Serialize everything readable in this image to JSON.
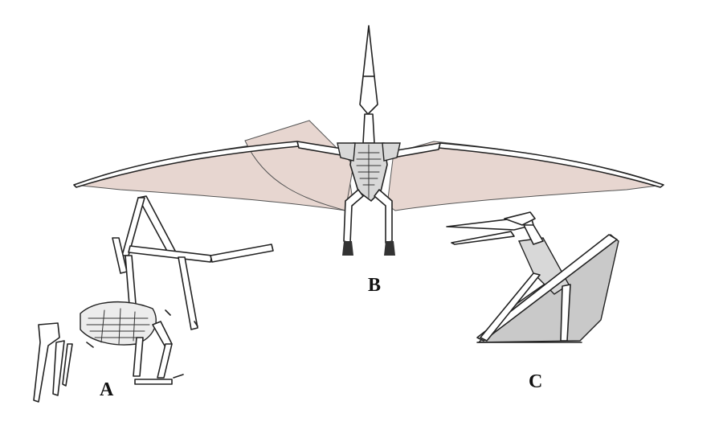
{
  "labels": {
    "a": "A",
    "b": "B",
    "c": "C"
  },
  "colors": {
    "membrane_b": "#e7d6d0",
    "membrane_c": "#c9c9c9",
    "body_fill": "#d8d8d8",
    "outline": "#222222",
    "background": "#ffffff"
  }
}
